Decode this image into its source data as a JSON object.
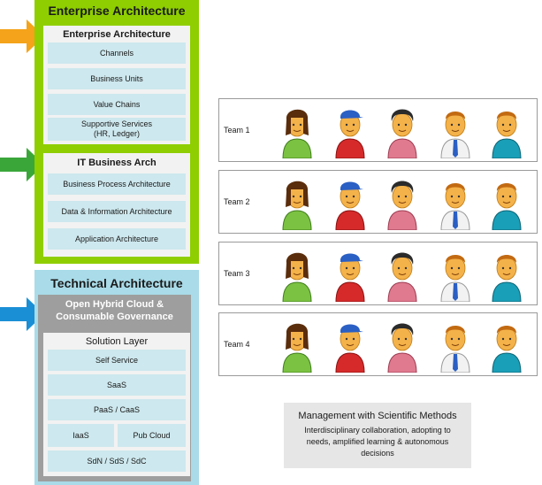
{
  "enterprise_architecture": {
    "title": "Enterprise Architecture",
    "inner_title": "Enterprise Architecture",
    "items": [
      "Channels",
      "Business Units",
      "Value Chains",
      "Supportive Services",
      "(HR, Ledger)"
    ],
    "it_business_title": "IT Business Arch",
    "it_business_items": [
      "Business Process Architecture",
      "Data & Information Architecture",
      "Application Architecture"
    ]
  },
  "technical_architecture": {
    "title": "Technical Architecture",
    "hybrid_cloud_line1": "Open Hybrid Cloud &",
    "hybrid_cloud_line2": "Consumable Governance",
    "solution_layer_title": "Solution Layer",
    "items": [
      "Self Service",
      "SaaS",
      "PaaS / CaaS",
      "IaaS",
      "Pub Cloud",
      "SdN / SdS / SdC"
    ]
  },
  "teams": [
    "Team 1",
    "Team 2",
    "Team 3",
    "Team 4"
  ],
  "management": {
    "title": "Management with Scientific Methods",
    "line1": "Interdisciplinary collaboration, adopting to",
    "line2": "needs, amplified learning & autonomous",
    "line3": "decisions"
  },
  "colors": {
    "enterprise_green": "#8fce00",
    "technical_blue": "#a9dbe8",
    "arrow_orange": "#f5a31a",
    "arrow_green": "#3aa63a",
    "arrow_blue": "#1a8fd6"
  },
  "people": [
    "woman-green",
    "man-red-cap",
    "woman-pink",
    "man-white-tie",
    "man-teal"
  ]
}
